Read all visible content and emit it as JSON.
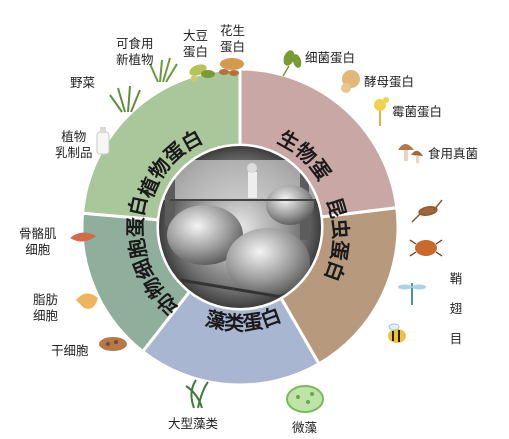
{
  "sectors": {
    "plant": "植物蛋白",
    "microbial": "微生物蛋白",
    "insect": "昆虫蛋白",
    "algae": "藻类蛋白",
    "animal_cell": "动物细胞蛋白"
  },
  "sector_colors": {
    "plant": "#a9c79a",
    "microbial": "#c8a7a4",
    "insect": "#b79a7d",
    "algae": "#a9b6d2",
    "animal_cell": "#8fae9c"
  },
  "labels": {
    "edible_new_plants_1": "可食用",
    "edible_new_plants_2": "新植物",
    "soybean_1": "大豆",
    "soybean_2": "蛋白",
    "peanut_1": "花生",
    "peanut_2": "蛋白",
    "wild_veg": "野菜",
    "plant_dairy_1": "植物",
    "plant_dairy_2": "乳制品",
    "bacterial": "细菌蛋白",
    "yeast": "酵母蛋白",
    "mold": "霉菌蛋白",
    "mushroom": "食用真菌",
    "lepidoptera_1": "鞘",
    "lepidoptera_2": "翅",
    "lepidoptera_3": "目",
    "muscle_1": "骨骼肌",
    "muscle_2": "细胞",
    "fat_1": "脂肪",
    "fat_2": "细胞",
    "stem": "干细胞",
    "macroalgae": "大型藻类",
    "microalgae": "微藻"
  },
  "icons": [
    "grass-icon",
    "soybean-icon",
    "peanut-icon",
    "wild-vegetable-icon",
    "milk-bottle-icon",
    "bacteria-icon",
    "yeast-icon",
    "mold-icon",
    "mushroom-icon",
    "cricket-icon",
    "beetle-icon",
    "dragonfly-icon",
    "bee-icon",
    "muscle-cell-icon",
    "fat-cell-icon",
    "stem-cell-icon",
    "seaweed-icon",
    "microalgae-icon"
  ]
}
